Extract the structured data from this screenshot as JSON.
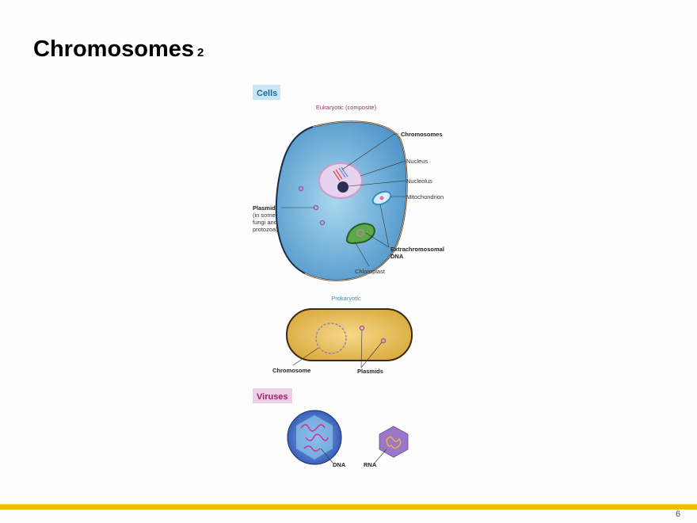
{
  "slide": {
    "title": "Chromosomes",
    "title_suffix": "2",
    "page_number": "6",
    "accent_color": "#f5b800"
  },
  "figure": {
    "cells_heading": "Cells",
    "eukaryotic_title": "Eukaryotic (composite)",
    "eukaryotic_labels": {
      "chromosomes": "Chromosomes",
      "nucleus": "Nucleus",
      "nucleolus": "Nucleolus",
      "mitochondrion": "Mitochondrion",
      "plasmid": "Plasmid",
      "plasmid_note_1": "(in some",
      "plasmid_note_2": "fungi and",
      "plasmid_note_3": "protozoa)",
      "extra_1": "Extrachromosomal",
      "extra_2": "DNA",
      "chloroplast": "Chloroplast"
    },
    "prokaryotic_title": "Prokaryotic",
    "prokaryotic_labels": {
      "chromosome": "Chromosome",
      "plasmids": "Plasmids"
    },
    "viruses_heading": "Viruses",
    "virus_labels": {
      "dna": "DNA",
      "rna": "RNA"
    }
  }
}
